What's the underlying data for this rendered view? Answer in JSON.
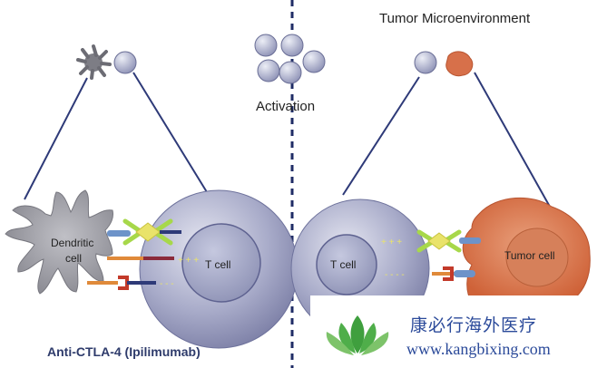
{
  "labels": {
    "tumor_microenvironment": "Tumor Microenvironment",
    "activation": "Activation",
    "dendritic_cell_line1": "Dendritic",
    "dendritic_cell_line2": "cell",
    "t_cell_left": "T cell",
    "t_cell_right": "T cell",
    "tumor_cell": "Tumor cell",
    "drug": "Anti-CTLA-4 (Ipilimumab)"
  },
  "watermark": {
    "chinese": "康必行海外医疗",
    "url": "www.kangbixing.com"
  },
  "colors": {
    "t_cell": "#a6a9c8",
    "dendritic": "#9a9aa3",
    "tumor": "#d7704a",
    "line": "#2e3a78",
    "antibody": "#a7d84a",
    "yellow": "#e9e36a",
    "red": "#c33a2a",
    "blue": "#6d93c9",
    "logo_green": "#3f9f3e"
  }
}
